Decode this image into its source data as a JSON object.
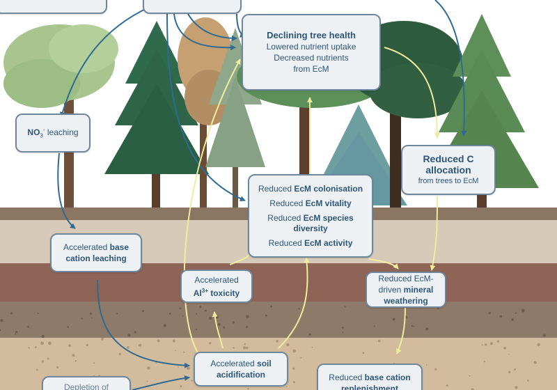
{
  "boxes": {
    "declining": {
      "title": "Declining tree health",
      "line1": "Lowered nutrient uptake",
      "line2": "Decreased nutrients",
      "line3": "from EcM"
    },
    "no3": {
      "prefix": "NO",
      "sub": "3",
      "sup": "-",
      "suffix": " leaching"
    },
    "reduced_c": {
      "title_line1": "Reduced C",
      "title_line2": "allocation",
      "sub": "from trees to EcM"
    },
    "ecm": {
      "row1_plain": "Reduced ",
      "row1_bold": "EcM colonisation",
      "row2_plain": "Reduced ",
      "row2_bold": "EcM vitality",
      "row3_plain": "Reduced ",
      "row3_bold1": "EcM species",
      "row3_bold2": "diversity",
      "row4_plain": "Reduced ",
      "row4_bold": "EcM activity"
    },
    "base_cation": {
      "plain": "Accelerated ",
      "bold1": "base",
      "bold2": "cation leaching"
    },
    "al": {
      "line1": "Accelerated",
      "al": "Al",
      "sup": "3+",
      "bold": " toxicity"
    },
    "mineral": {
      "line1": "Reduced EcM-",
      "line2_plain": "driven ",
      "line2_bold": "mineral",
      "line3_bold": "weathering"
    },
    "acid": {
      "plain": "Accelerated ",
      "bold1": "soil",
      "bold2": "acidification"
    },
    "replenish": {
      "plain": "Reduced ",
      "bold1": "base cation",
      "bold2": "replenishment"
    },
    "partial_bl": {
      "text": "Depletion of"
    }
  },
  "colors": {
    "box_fill": "#edf1f4",
    "box_border": "#6f879d",
    "text": "#2f5578",
    "blue_arrow": "#2e6a93",
    "yellow_arrow": "#f1ec9c",
    "soil_top": "#8a7663",
    "soil_pale": "#d8cab9",
    "soil_red": "#8e6457",
    "soil_brown": "#8e7a68",
    "soil_sand": "#d2bc9d",
    "soil_gravel": "#c6b598"
  }
}
